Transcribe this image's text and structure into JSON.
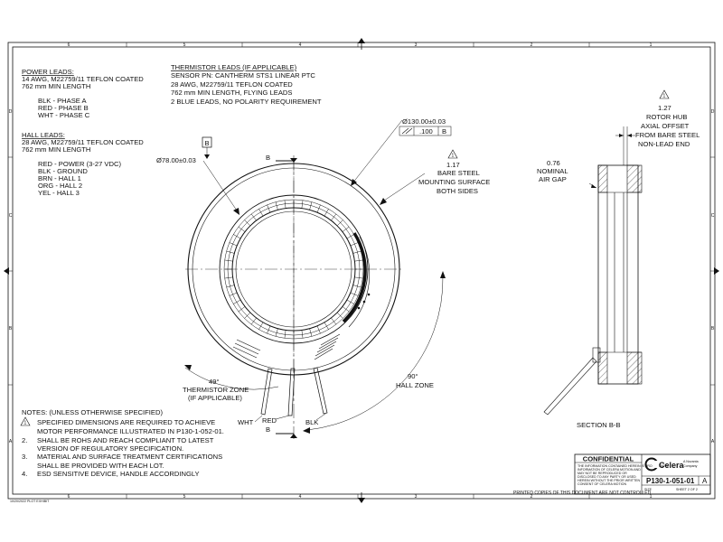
{
  "border": {
    "top_zones": [
      "6",
      "5",
      "4",
      "3",
      "2",
      "1"
    ],
    "bottom_zones": [
      "6",
      "5",
      "4",
      "3",
      "2",
      "1"
    ],
    "left_rows": [
      "D",
      "C",
      "B",
      "A"
    ],
    "right_rows": [
      "D",
      "C",
      "B",
      "A"
    ]
  },
  "power_leads": {
    "title": "POWER LEADS:",
    "lines": [
      "14 AWG, M22759/11 TEFLON COATED",
      "762 mm MIN LENGTH",
      "",
      "BLK - PHASE A",
      "RED - PHASE B",
      "WHT - PHASE C"
    ]
  },
  "hall_leads": {
    "title": "HALL LEADS:",
    "lines": [
      "28 AWG, M22759/11 TEFLON COATED",
      "762 mm MIN LENGTH",
      "",
      "RED - POWER (3-27 VDC)",
      "BLK - GROUND",
      "BRN - HALL 1",
      "ORG - HALL 2",
      "YEL - HALL 3"
    ]
  },
  "thermistor_leads": {
    "title": "THERMISTOR LEADS (IF APPLICABLE)",
    "lines": [
      "SENSOR PN: CANTHERM STS1 LINEAR PTC",
      "28 AWG, M22759/11 TEFLON COATED",
      "762 mm MIN LENGTH, FLYING LEADS",
      "2 BLUE LEADS, NO POLARITY REQUIREMENT"
    ]
  },
  "dimensions": {
    "outer_dia": "Ø130.00±0.03",
    "flatness_value": ".100",
    "datum": "B",
    "inner_dia": "Ø78.00±0.03",
    "surface_value": "1.17",
    "surface_lines": [
      "BARE STEEL",
      "MOUNTING SURFACE",
      "BOTH SIDES"
    ],
    "note_marker": "1",
    "section_label": "B",
    "thermistor_angle": "49°",
    "thermistor_zone": [
      "THERMISTOR ZONE",
      "(IF APPLICABLE)"
    ],
    "hall_angle": "90°",
    "hall_zone": "HALL ZONE"
  },
  "lead_labels": {
    "wht": "WHT",
    "red": "RED",
    "blk": "BLK"
  },
  "section_view": {
    "air_gap_lines": [
      "0.76",
      "NOMINAL",
      "AIR GAP"
    ],
    "offset_lines": [
      "1.27",
      "ROTOR HUB",
      "AXIAL OFFSET",
      "FROM BARE STEEL",
      "NON-LEAD END"
    ],
    "caption": "SECTION B-B"
  },
  "notes": {
    "title": "NOTES: (UNLESS OTHERWISE SPECIFIED)",
    "items": [
      {
        "num": "1.",
        "lines": [
          "SPECIFIED DIMENSIONS ARE REQUIRED TO ACHIEVE",
          "MOTOR PERFORMANCE ILLUSTRATED IN P130-1-052-01."
        ]
      },
      {
        "num": "2.",
        "lines": [
          "SHALL BE ROHS AND REACH COMPLIANT TO LATEST",
          "VERSION OF REGULATORY SPECIFICATION."
        ]
      },
      {
        "num": "3.",
        "lines": [
          "MATERIAL AND SURFACE TREATMENT CERTIFICATIONS",
          "SHALL BE PROVIDED WITH EACH LOT."
        ]
      },
      {
        "num": "4.",
        "lines": [
          "ESD SENSITIVE DEVICE, HANDLE ACCORDINGLY"
        ]
      }
    ]
  },
  "title_block": {
    "confidential": "CONFIDENTIAL",
    "confidential_text": [
      "THE INFORMATION CONTAINED HEREIN IS PROPRIETARY",
      "INFORMATION OF CELERA MOTION AND",
      "MAY NOT BE REPRODUCED OR",
      "DISCLOSED TO ANY PARTY OR USED",
      "HEREIN WITHOUT THE PRIOR WRITTEN",
      "CONSENT OF CELERA MOTION"
    ],
    "company": "Celera",
    "company_sub": [
      "A Novanta",
      "Company"
    ],
    "drawing_number": "P130-1-051-01",
    "revision": "A",
    "size_label": "SIZE",
    "sheet": "SHEET 2 OF 2",
    "printed_note": "PRINTED COPIES OF THIS DOCUMENT ARE NOT CONTROLLED"
  },
  "plot_stamp": "10/20/2022 PLOT EXHIBIT"
}
